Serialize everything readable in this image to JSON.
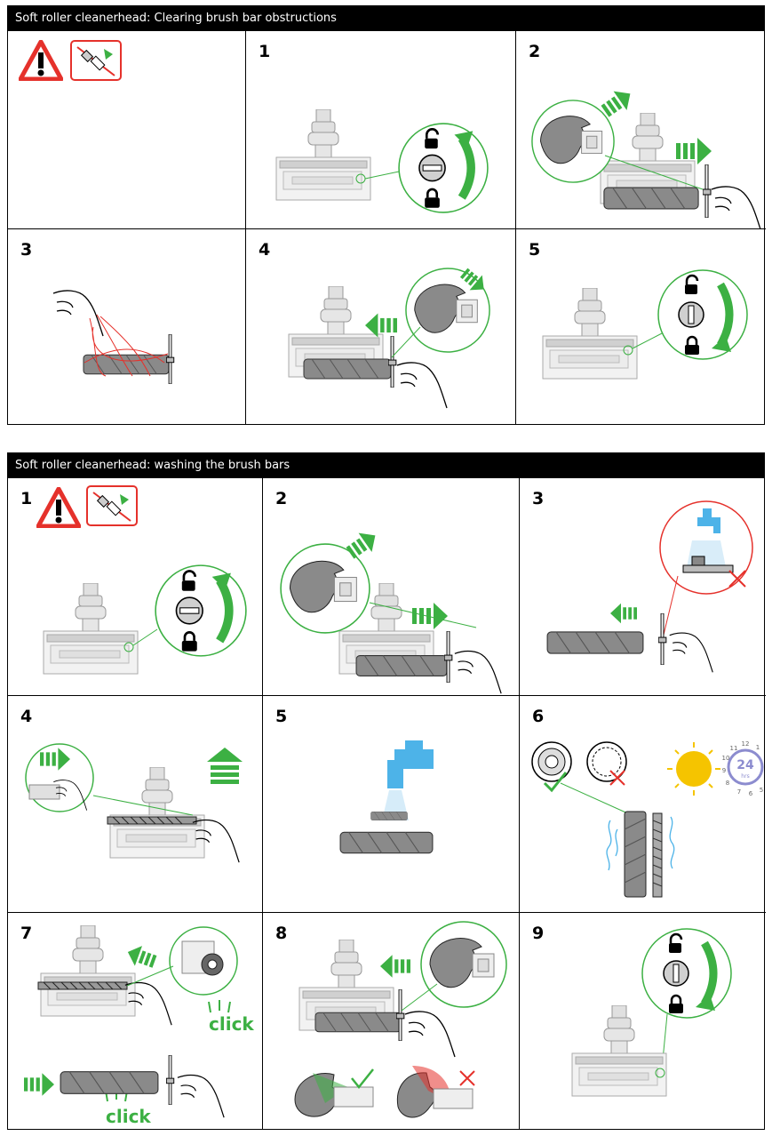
{
  "sections": [
    {
      "title": "Soft roller cleanerhead: Clearing brush bar obstructions",
      "steps": [
        "1",
        "2",
        "3",
        "4",
        "5"
      ]
    },
    {
      "title": "Soft roller cleanerhead: washing the brush bars",
      "steps": [
        "1",
        "2",
        "3",
        "4",
        "5",
        "6",
        "7",
        "8",
        "9"
      ]
    }
  ],
  "dry_timer": {
    "hours": "24",
    "unit": "hrs",
    "dial": [
      "12",
      "1",
      "5",
      "6",
      "7",
      "8",
      "9",
      "10",
      "11"
    ]
  },
  "click_label": "click",
  "colors": {
    "green": "#3cb043",
    "red": "#e5312b",
    "grey": "#8a8a8a",
    "light_grey": "#d8d8d8",
    "water_blue": "#4db3e8",
    "sun_yellow": "#f5c400",
    "timer_purple": "#8c8ccf"
  }
}
